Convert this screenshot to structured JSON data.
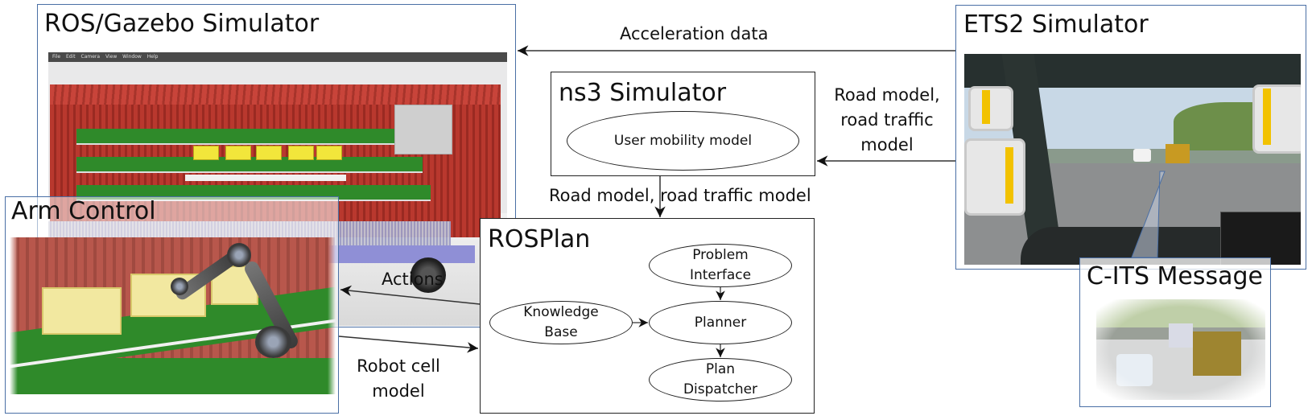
{
  "components": {
    "ros_gazebo": {
      "title": "ROS/Gazebo Simulator",
      "menu": [
        "File",
        "Edit",
        "Camera",
        "View",
        "Window",
        "Help"
      ]
    },
    "arm_control": {
      "title": "Arm Control"
    },
    "ns3": {
      "title": "ns3 Simulator",
      "nodes": {
        "user_mobility": "User mobility model"
      }
    },
    "rosplan": {
      "title": "ROSPlan",
      "nodes": {
        "problem_interface": [
          "Problem",
          "Interface"
        ],
        "knowledge_base": [
          "Knowledge",
          "Base"
        ],
        "planner": "Planner",
        "plan_dispatcher": [
          "Plan",
          "Dispatcher"
        ]
      }
    },
    "ets2": {
      "title": "ETS2 Simulator"
    },
    "cits": {
      "title": "C-ITS Message"
    }
  },
  "edges": {
    "acceleration": "Acceleration data",
    "ets2_to_ns3": [
      "Road model,",
      "road traffic",
      "model"
    ],
    "ns3_to_rosplan": "Road model, road traffic model",
    "actions": "Actions",
    "robot_cell": [
      "Robot cell",
      "model"
    ]
  },
  "colors": {
    "frame_blue": "#4a6fa5",
    "box_black": "#222222",
    "container_red": "#b9382e",
    "shelf_green": "#2f8a2a",
    "bin_yellow": "#f2e63b"
  }
}
